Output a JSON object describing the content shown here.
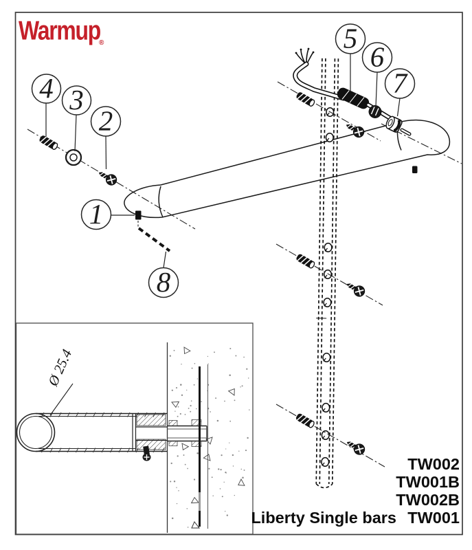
{
  "brand": {
    "logo_text": "Warmup",
    "registered_mark": "®",
    "logo_color": "#c5202a"
  },
  "callouts": [
    {
      "label": "1"
    },
    {
      "label": "2"
    },
    {
      "label": "3"
    },
    {
      "label": "4"
    },
    {
      "label": "5"
    },
    {
      "label": "6"
    },
    {
      "label": "7"
    },
    {
      "label": "8"
    }
  ],
  "inset": {
    "dimension_label": "Ø 25.4"
  },
  "footer": {
    "caption": "Liberty Single bars",
    "part_numbers": [
      "TW002",
      "TW001B",
      "TW002B",
      "TW001"
    ]
  },
  "colors": {
    "line": "#1a1a1a",
    "background": "#ffffff"
  }
}
